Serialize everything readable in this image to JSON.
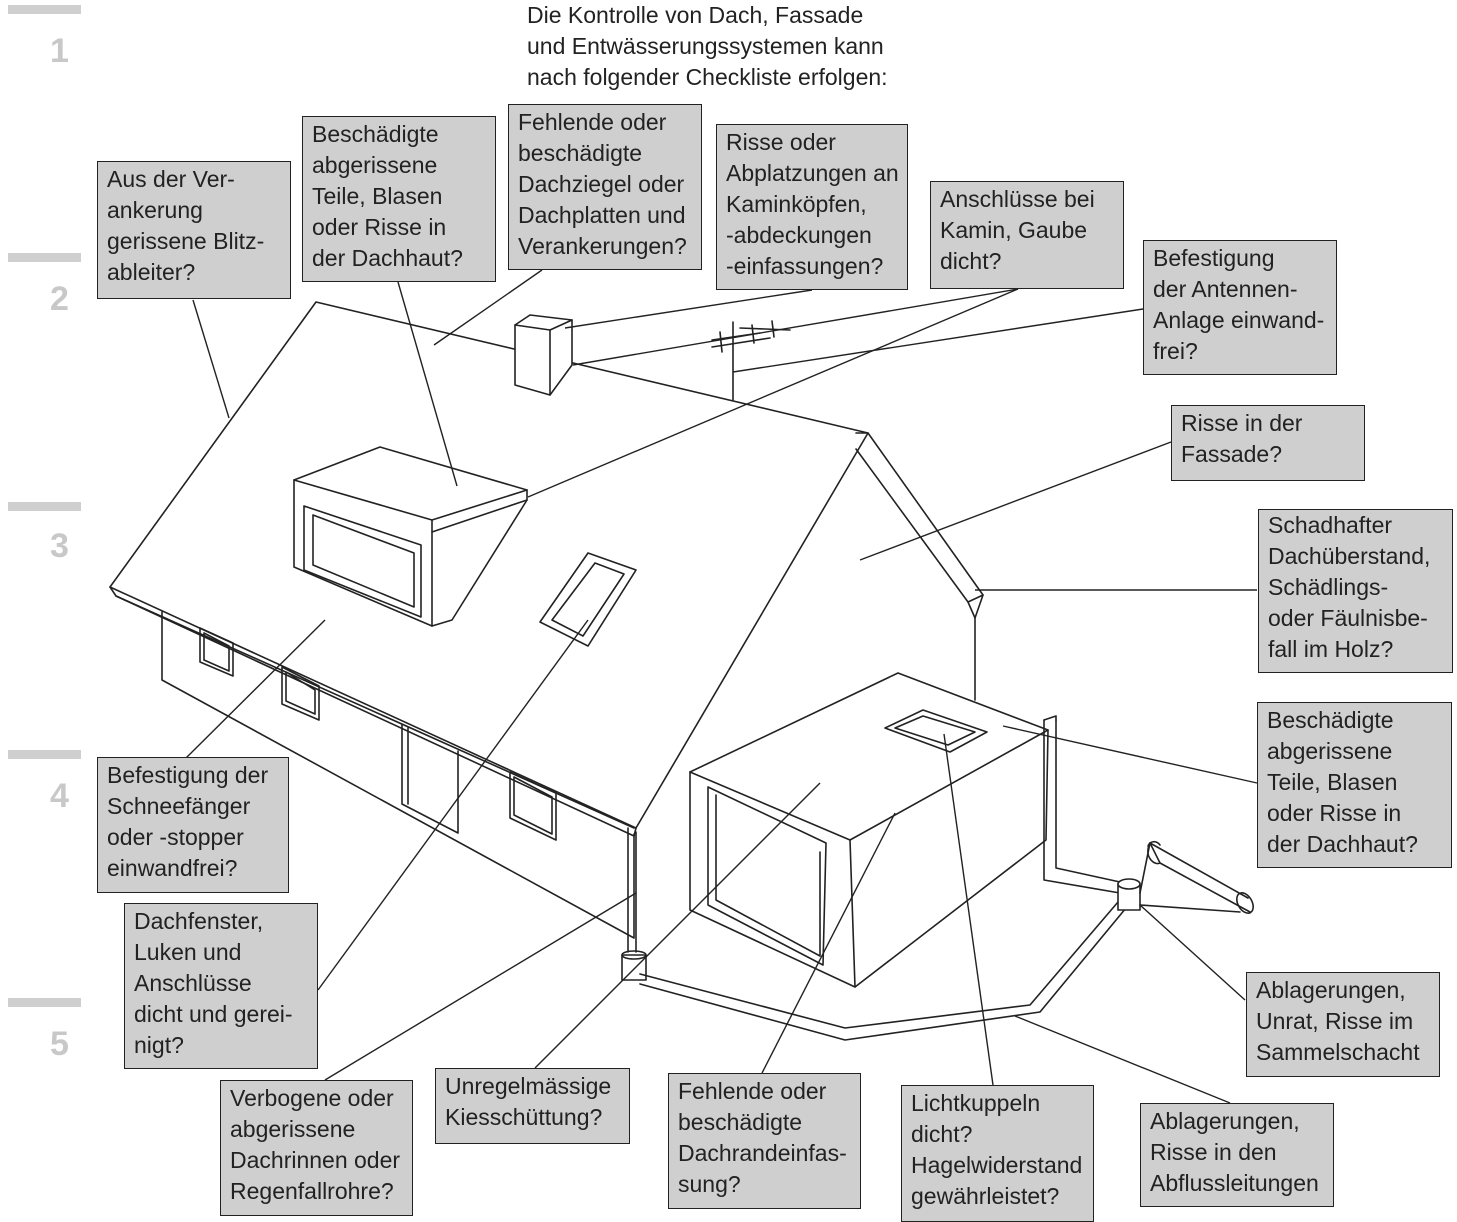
{
  "intro": "Die Kontrolle von Dach, Fassade\nund Entwässerungssystemen kann\nnach folgender Checkliste erfolgen:",
  "margin_marks": [
    "1",
    "2",
    "3",
    "4",
    "5"
  ],
  "labels": {
    "blitzableiter": "Aus der Ver-\nankerung\ngerissene Blitz-\nableiter?",
    "dachhaut_oben": "Beschädigte\nabgerissene\nTeile, Blasen\noder Risse in\nder Dachhaut?",
    "dachziegel": "Fehlende oder\nbeschädigte\nDachziegel oder\nDachplatten und\nVerankerungen?",
    "kamin": "Risse oder\nAbplatzungen an\nKaminköpfen,\n-abdeckungen\n-einfassungen?",
    "anschluesse": "Anschlüsse bei\nKamin, Gaube\ndicht?",
    "antenne": "Befestigung\nder Antennen-\nAnlage einwand-\nfrei?",
    "fassade": "Risse in der\nFassade?",
    "dachueberstand": "Schadhafter\nDachüberstand,\nSchädlings-\noder Fäulnisbe-\nfall im Holz?",
    "dachhaut_unten": "Beschädigte\nabgerissene\nTeile, Blasen\noder Risse in\nder Dachhaut?",
    "schneefaenger": "Befestigung der\nSchneefänger\noder -stopper\neinwandfrei?",
    "dachfenster": "Dachfenster,\nLuken und\nAnschlüsse\ndicht und gerei-\nnigt?",
    "dachrinnen": "Verbogene oder\nabgerissene\nDachrinnen oder\nRegenfallrohre?",
    "kiesschuettung": "Unregelmässige\nKiesschüttung?",
    "dachrand": "Fehlende oder\nbeschädigte\nDachrandeinfas-\nsung?",
    "lichtkuppeln": "Lichtkuppeln\ndicht?\nHagelwiderstand\ngewährleistet?",
    "sammelschacht": "Ablagerungen,\nUnrat, Risse im\nSammelschacht",
    "abflussleitungen": "Ablagerungen,\nRisse in den\nAbflussleitungen"
  }
}
